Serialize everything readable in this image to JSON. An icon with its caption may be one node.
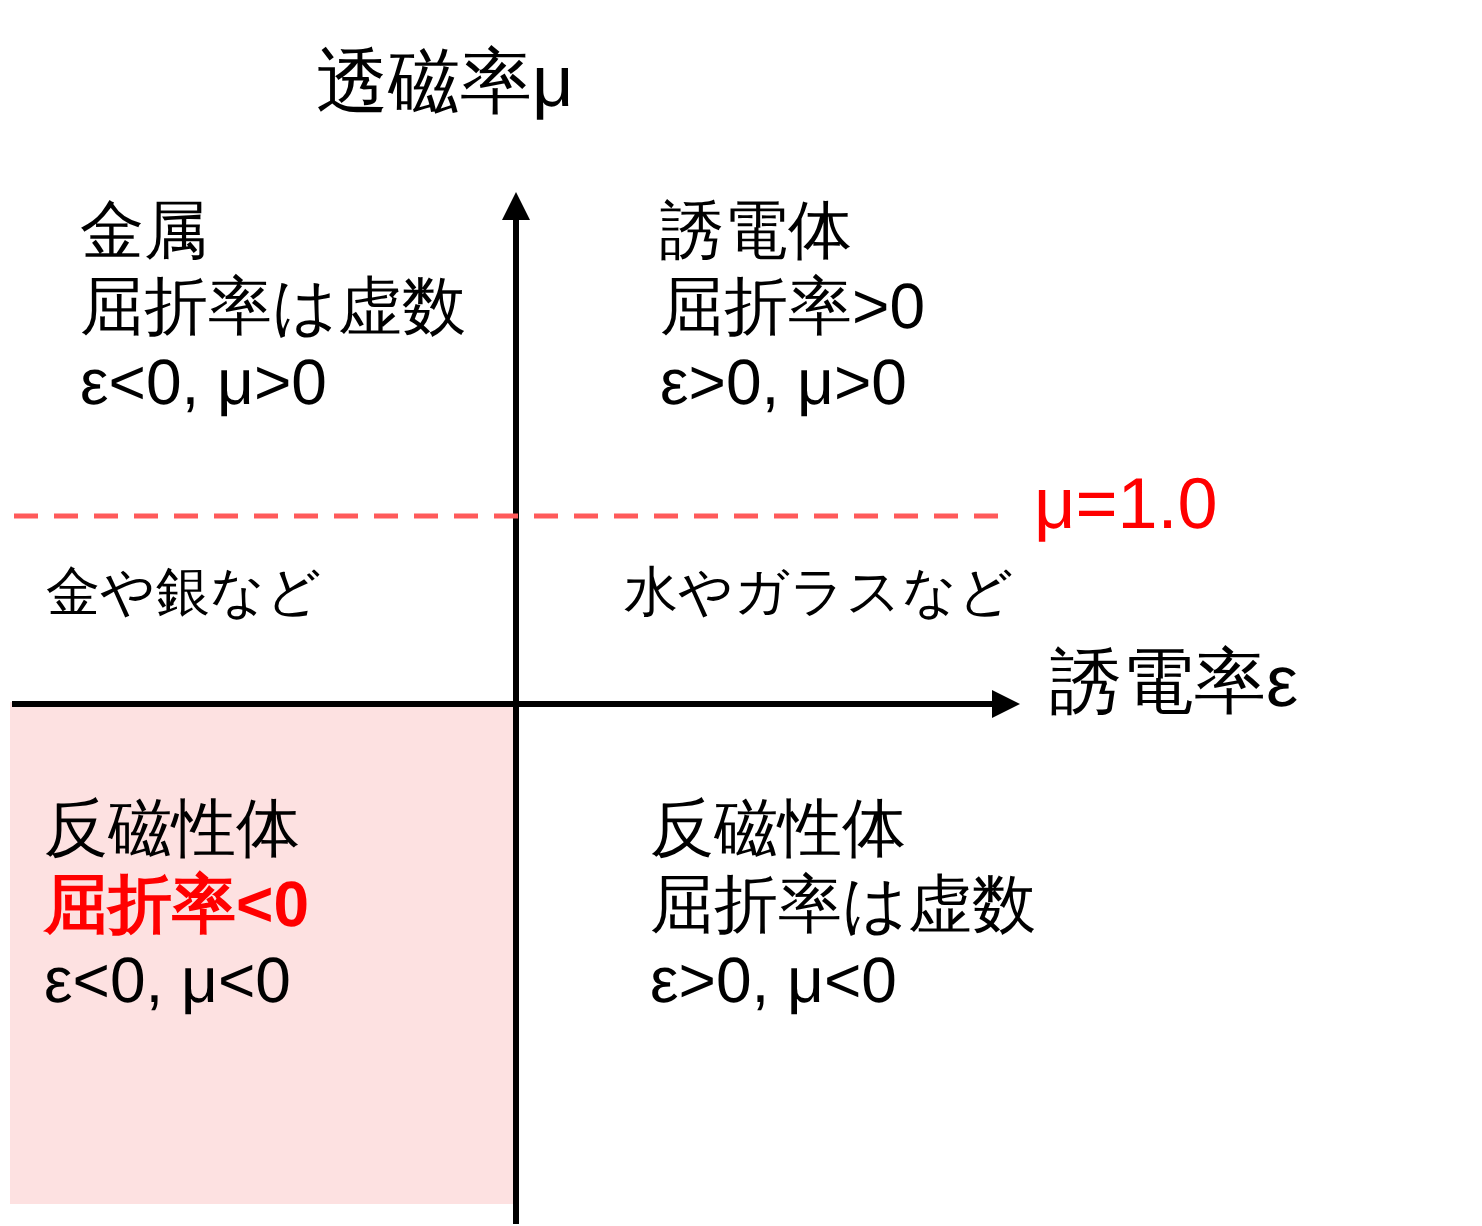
{
  "diagram": {
    "nodes": [
      {
        "text": [
          "反磁性体",
          "屈折率<0",
          "ε<0, μ<0"
        ]
      }
    ],
    "labels": [
      "透磁率μ",
      "金属",
      "屈折率は虚数",
      "ε<0, μ>0",
      "誘電体",
      "屈折率>0",
      "ε>0, μ>0",
      "μ=1.0",
      "金や銀など",
      "水やガラスなど",
      "誘電率ε",
      "反磁性体",
      "屈折率は虚数",
      "ε>0, μ<0"
    ]
  }
}
